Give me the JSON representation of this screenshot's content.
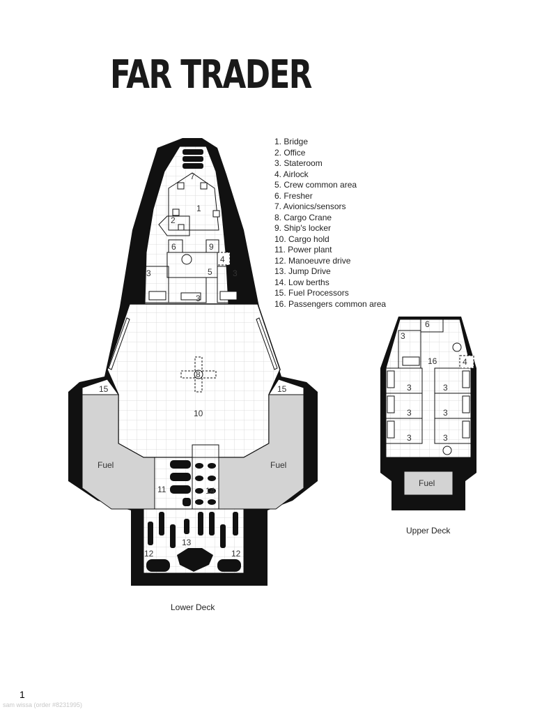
{
  "title": "FAR TRADER",
  "legend": [
    "1. Bridge",
    "2. Office",
    "3. Stateroom",
    "4. Airlock",
    "5. Crew common area",
    "6. Fresher",
    "7. Avionics/sensors",
    "8. Cargo Crane",
    "9. Ship's locker",
    "10. Cargo hold",
    "11. Power plant",
    "12. Manoeuvre drive",
    "13. Jump Drive",
    "14. Low berths",
    "15. Fuel Processors",
    "16. Passengers common area"
  ],
  "lower_deck": {
    "caption": "Lower Deck",
    "fuel_left": "Fuel",
    "fuel_right": "Fuel",
    "room_labels": {
      "r7": "7",
      "r1": "1",
      "r2": "2",
      "r6": "6",
      "r9": "9",
      "r4": "4",
      "r5": "5",
      "r3a": "3",
      "r3b": "3",
      "r3c": "3",
      "r8": "8",
      "r10": "10",
      "r15a": "15",
      "r15b": "15",
      "r11": "11",
      "r14": "14",
      "r13": "13",
      "r12a": "12",
      "r12b": "12"
    }
  },
  "upper_deck": {
    "caption": "Upper Deck",
    "fuel": "Fuel",
    "room_labels": {
      "r6": "6",
      "r3top": "3",
      "r16": "16",
      "r4": "4",
      "r3l1": "3",
      "r3r1": "3",
      "r3l2": "3",
      "r3r2": "3",
      "r3l3": "3",
      "r3r3": "3"
    }
  },
  "page_number": "1",
  "footer": "sam wissa (order #8231995)"
}
